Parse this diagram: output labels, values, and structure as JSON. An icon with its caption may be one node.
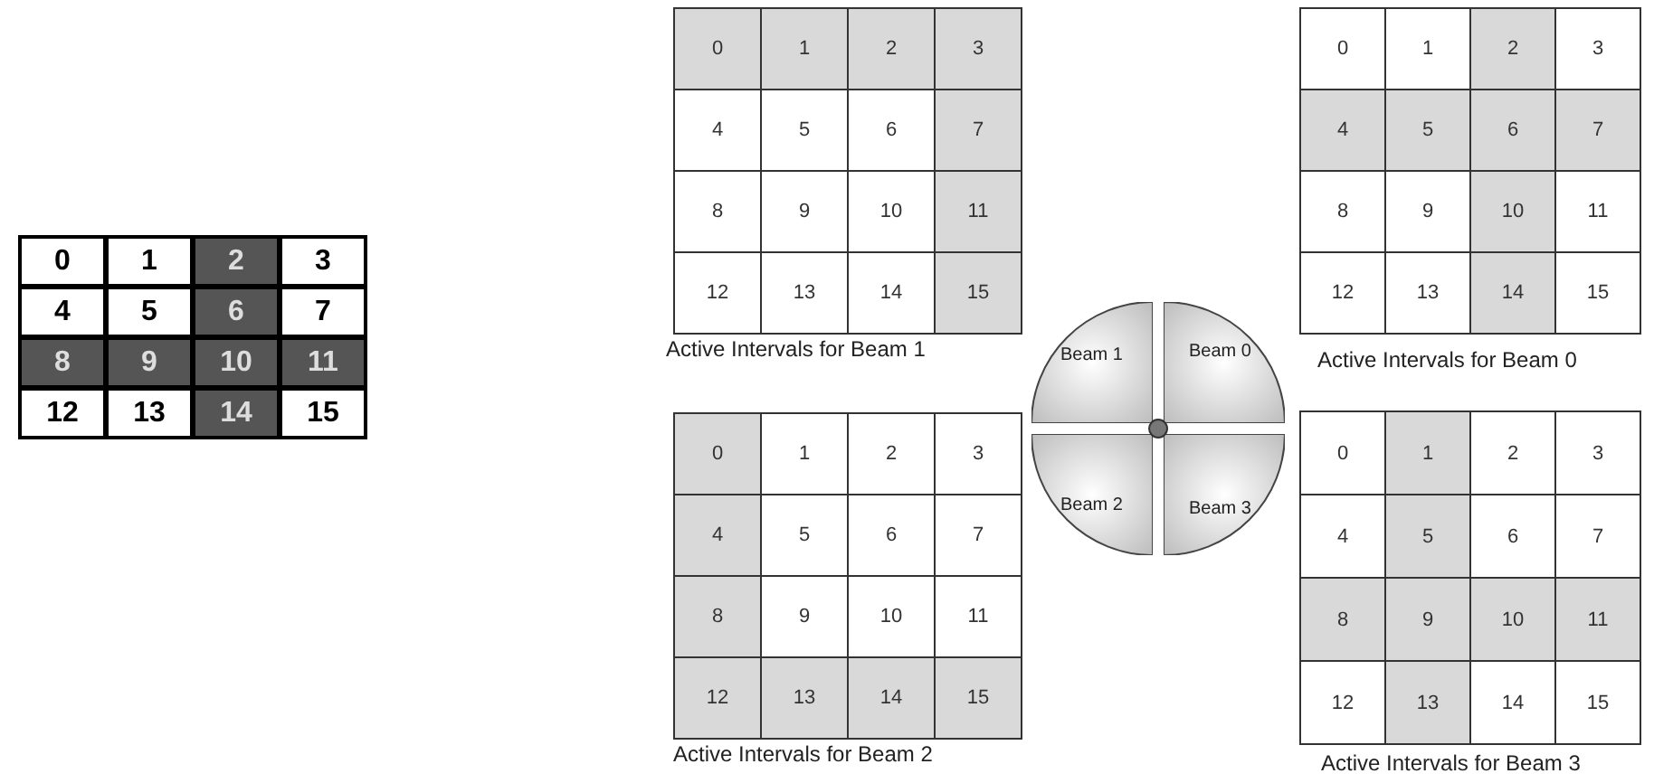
{
  "diagram": {
    "nodes": [
      {
        "text": [
          "Beam 1"
        ]
      },
      {
        "text": [
          "Beam 0"
        ]
      },
      {
        "text": [
          "Beam 2"
        ]
      },
      {
        "text": [
          "Beam 3"
        ]
      }
    ],
    "labels": [
      "0",
      "1",
      "2",
      "3",
      "4",
      "5",
      "6",
      "7",
      "8",
      "9",
      "10",
      "11",
      "12",
      "13",
      "14",
      "15",
      "0",
      "1",
      "2",
      "3",
      "4",
      "5",
      "6",
      "7",
      "8",
      "9",
      "10",
      "11",
      "12",
      "13",
      "14",
      "15",
      "0",
      "1",
      "2",
      "3",
      "4",
      "5",
      "6",
      "7",
      "8",
      "9",
      "10",
      "11",
      "12",
      "13",
      "14",
      "15",
      "Active Intervals for Beam 1",
      "Active Intervals for Beam 0",
      "0",
      "1",
      "2",
      "3",
      "4",
      "5",
      "6",
      "7",
      "8",
      "9",
      "10",
      "11",
      "12",
      "13",
      "14",
      "15",
      "0",
      "1",
      "2",
      "3",
      "4",
      "5",
      "6",
      "7",
      "8",
      "9",
      "10",
      "11",
      "12",
      "13",
      "14",
      "15",
      "Active Intervals for Beam 2",
      "Active Intervals for Beam 3"
    ]
  }
}
